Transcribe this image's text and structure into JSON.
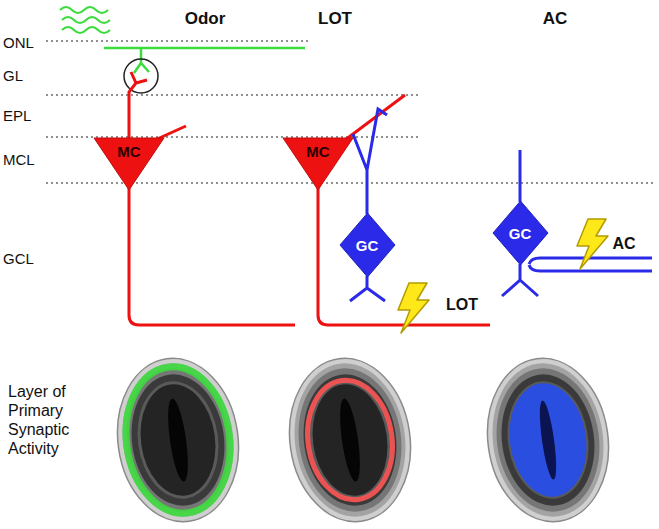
{
  "diagram": {
    "nodes": [
      {
        "text": [
          "MC"
        ]
      },
      {
        "text": [
          "MC"
        ]
      },
      {
        "text": [
          "GC"
        ]
      },
      {
        "text": [
          "GC"
        ]
      }
    ],
    "labels": [
      "Odor",
      "LOT",
      "AC",
      "ONL",
      "GL",
      "EPL",
      "MCL",
      "GCL",
      "LOT",
      "AC",
      "Layer of Primary Synaptic Activity"
    ]
  }
}
